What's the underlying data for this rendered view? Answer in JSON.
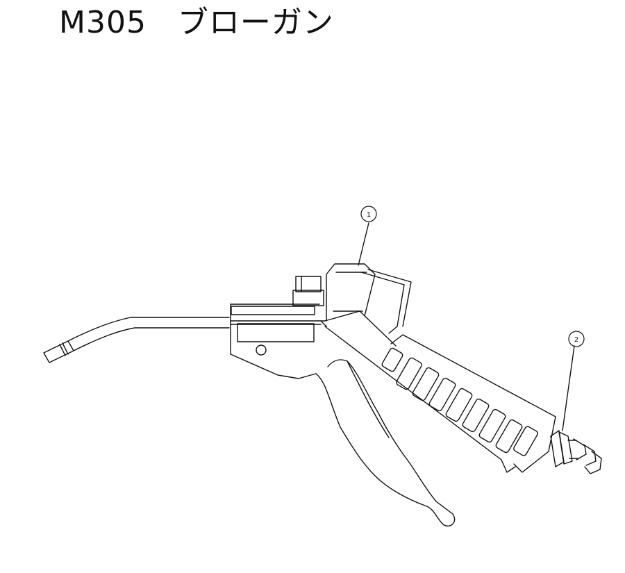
{
  "title": {
    "model": "M305",
    "name": "ブローガン"
  },
  "callouts": [
    {
      "id": "callout-1",
      "label": "1"
    },
    {
      "id": "callout-2",
      "label": "2"
    }
  ],
  "colors": {
    "line": "#111111",
    "background": "#ffffff"
  }
}
